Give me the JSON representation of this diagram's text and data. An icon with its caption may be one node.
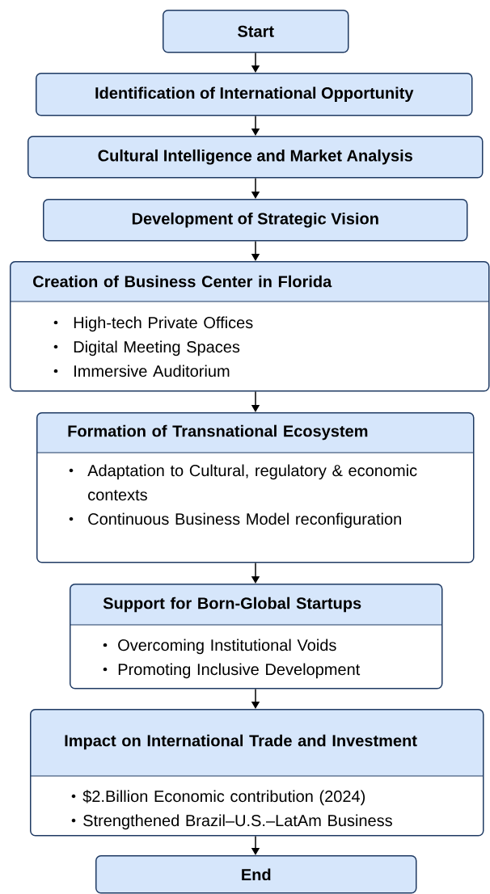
{
  "diagram": {
    "nodes": [
      {
        "text": [
          "Start"
        ]
      },
      {
        "text": [
          "Identification of International Opportunity"
        ]
      },
      {
        "text": [
          "Cultural Intelligence and Market Analysis"
        ]
      },
      {
        "text": [
          "Development of Strategic Vision"
        ]
      },
      {
        "text": [
          "Creation of Business Center in Florida",
          "High-tech Private Offices",
          "Digital Meeting Spaces",
          "Immersive Auditorium"
        ]
      },
      {
        "text": [
          "Formation of Transnational Ecosystem",
          "Adaptation to Cultural, regulatory & economic contexts",
          "Continuous Business Model reconfiguration"
        ]
      },
      {
        "text": [
          "Support for Born-Global Startups",
          "Overcoming Institutional Voids",
          "Promoting Inclusive Development"
        ]
      },
      {
        "text": [
          "Impact on International Trade and Investment",
          "$2.Billion Economic contribution (2024)",
          "Strengthened Brazil–U.S.–LatAm Business"
        ]
      },
      {
        "text": [
          "End"
        ]
      }
    ],
    "edges": [
      {
        "from": 0,
        "to": 1,
        "arrow": "to"
      },
      {
        "from": 1,
        "to": 2,
        "arrow": "to"
      },
      {
        "from": 2,
        "to": 3,
        "arrow": "to"
      },
      {
        "from": 3,
        "to": 4,
        "arrow": "to"
      },
      {
        "from": 4,
        "to": 5,
        "arrow": "to"
      },
      {
        "from": 5,
        "to": 6,
        "arrow": "to"
      },
      {
        "from": 6,
        "to": 7,
        "arrow": "to"
      },
      {
        "from": 7,
        "to": 8,
        "arrow": "to"
      }
    ]
  }
}
